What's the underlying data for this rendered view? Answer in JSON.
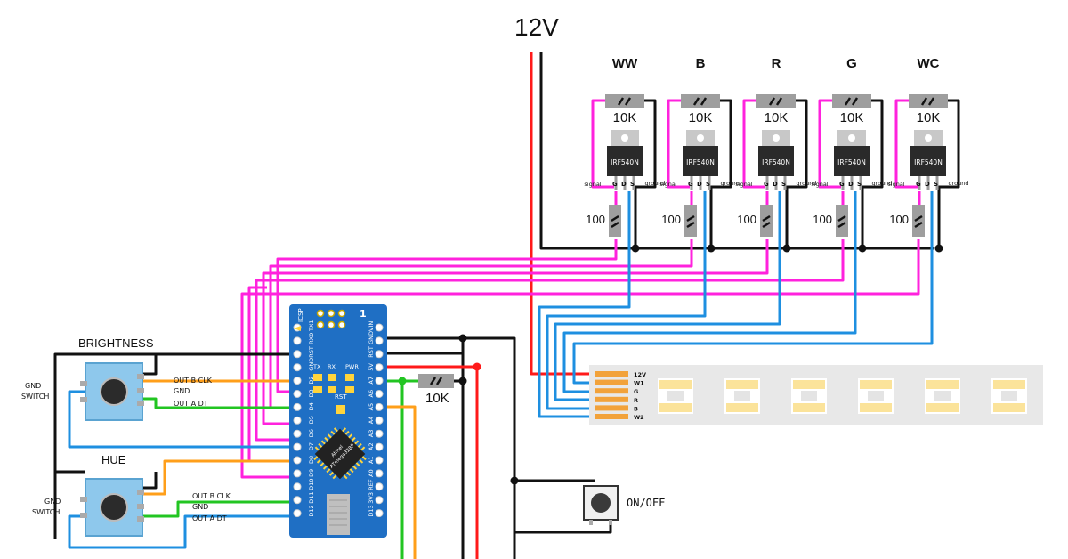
{
  "supply": {
    "label": "12V"
  },
  "channels": [
    {
      "name": "WW",
      "resistor_top": "10K",
      "mosfet": "IRF540N",
      "resistor_bottom": "100",
      "signal": "signal",
      "ground": "ground",
      "pins": [
        "G",
        "D",
        "S"
      ]
    },
    {
      "name": "B",
      "resistor_top": "10K",
      "mosfet": "IRF540N",
      "resistor_bottom": "100",
      "signal": "signal",
      "ground": "ground",
      "pins": [
        "G",
        "D",
        "S"
      ]
    },
    {
      "name": "R",
      "resistor_top": "10K",
      "mosfet": "IRF540N",
      "resistor_bottom": "100",
      "signal": "signal",
      "ground": "ground",
      "pins": [
        "G",
        "D",
        "S"
      ]
    },
    {
      "name": "G",
      "resistor_top": "10K",
      "mosfet": "IRF540N",
      "resistor_bottom": "100",
      "signal": "signal",
      "ground": "ground",
      "pins": [
        "G",
        "D",
        "S"
      ]
    },
    {
      "name": "WC",
      "resistor_top": "10K",
      "mosfet": "IRF540N",
      "resistor_bottom": "100",
      "signal": "signal",
      "ground": "ground",
      "pins": [
        "G",
        "D",
        "S"
      ]
    }
  ],
  "strip": {
    "pads": [
      "12V",
      "W1",
      "G",
      "R",
      "B",
      "W2"
    ]
  },
  "encoders": [
    {
      "title": "BRIGHTNESS",
      "side_top": "GND",
      "side_bottom": "SWITCH",
      "out_b": "OUT B CLK",
      "gnd": "GND",
      "out_a": "OUT A DT"
    },
    {
      "title": "HUE",
      "side_top": "GND",
      "side_bottom": "SWITCH",
      "out_b": "OUT B CLK",
      "gnd": "GND",
      "out_a": "OUT A DT"
    }
  ],
  "pullup": {
    "label": "10K"
  },
  "power_switch": {
    "label": "ON/OFF"
  },
  "arduino": {
    "number": "1",
    "icsp": "ICSP",
    "left_pins": [
      "TX1",
      "RX0",
      "RST",
      "GND",
      "D2",
      "D3",
      "D4",
      "D5",
      "D6",
      "D7",
      "D8",
      "D9",
      "D10",
      "D11",
      "D12"
    ],
    "right_pins": [
      "VIN",
      "GND",
      "RST",
      "5V",
      "A7",
      "A6",
      "A5",
      "A4",
      "A3",
      "A2",
      "A1",
      "A0",
      "REF",
      "3V3",
      "D13"
    ],
    "leds": [
      "TX",
      "RX",
      "PWR"
    ],
    "rst_button": "RST",
    "chip": [
      "Atmel",
      "ATmega328P"
    ]
  },
  "colors": {
    "signal": "#ff22dd",
    "data": "#1e8fe0",
    "power": "#ff1a1a",
    "ground": "#111111",
    "encoder_b": "#ff9f1a",
    "encoder_gnd": "#22c522",
    "board": "#1f6fc4"
  }
}
